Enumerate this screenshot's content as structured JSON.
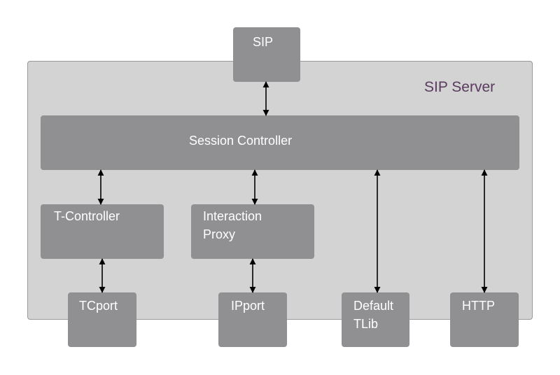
{
  "diagram": {
    "container_label": "SIP Server",
    "components": {
      "sip": "SIP",
      "session_controller": "Session Controller",
      "t_controller": "T-Controller",
      "interaction_proxy": [
        "Interaction",
        "Proxy"
      ],
      "tcport": "TCport",
      "ipport": "IPport",
      "default_tlib": [
        "Default",
        "TLib"
      ],
      "http": "HTTP"
    },
    "colors": {
      "container_fill": "#d3d3d3",
      "box_fill": "#909093",
      "box_text": "#ffffff",
      "label_text": "#5a3a5f",
      "connector": "#000000"
    }
  }
}
